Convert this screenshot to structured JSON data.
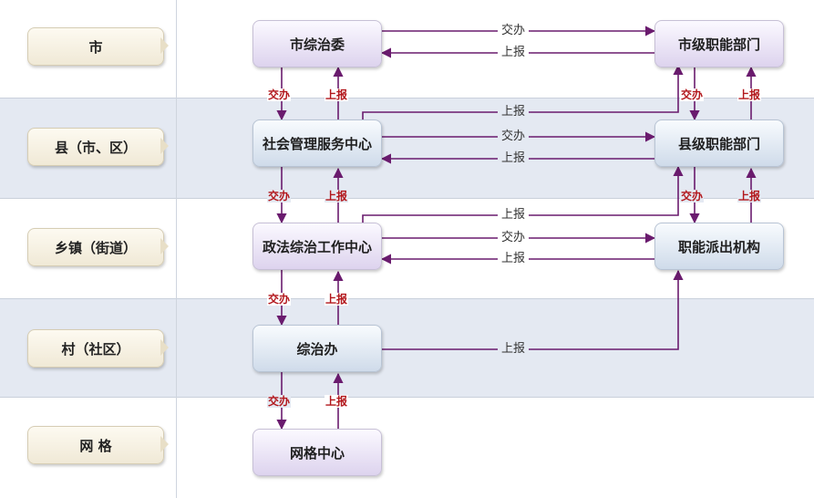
{
  "levels": [
    {
      "label": "市"
    },
    {
      "label": "县（市、区）"
    },
    {
      "label": "乡镇（街道）"
    },
    {
      "label": "村（社区）"
    },
    {
      "label": "网 格"
    }
  ],
  "nodes": {
    "city_committee": "市综治委",
    "city_departments": "市级职能部门",
    "social_center": "社会管理服务中心",
    "county_departments": "县级职能部门",
    "town_center": "政法综治工作中心",
    "dispatched_agencies": "职能派出机构",
    "village_office": "综治办",
    "grid_center": "网格中心"
  },
  "edge_labels": {
    "assign": "交办",
    "report": "上报"
  },
  "colors": {
    "arrow": "#6a1b6e",
    "vertical_label": "#b2161b",
    "band_shade": "#e4e9f2"
  }
}
